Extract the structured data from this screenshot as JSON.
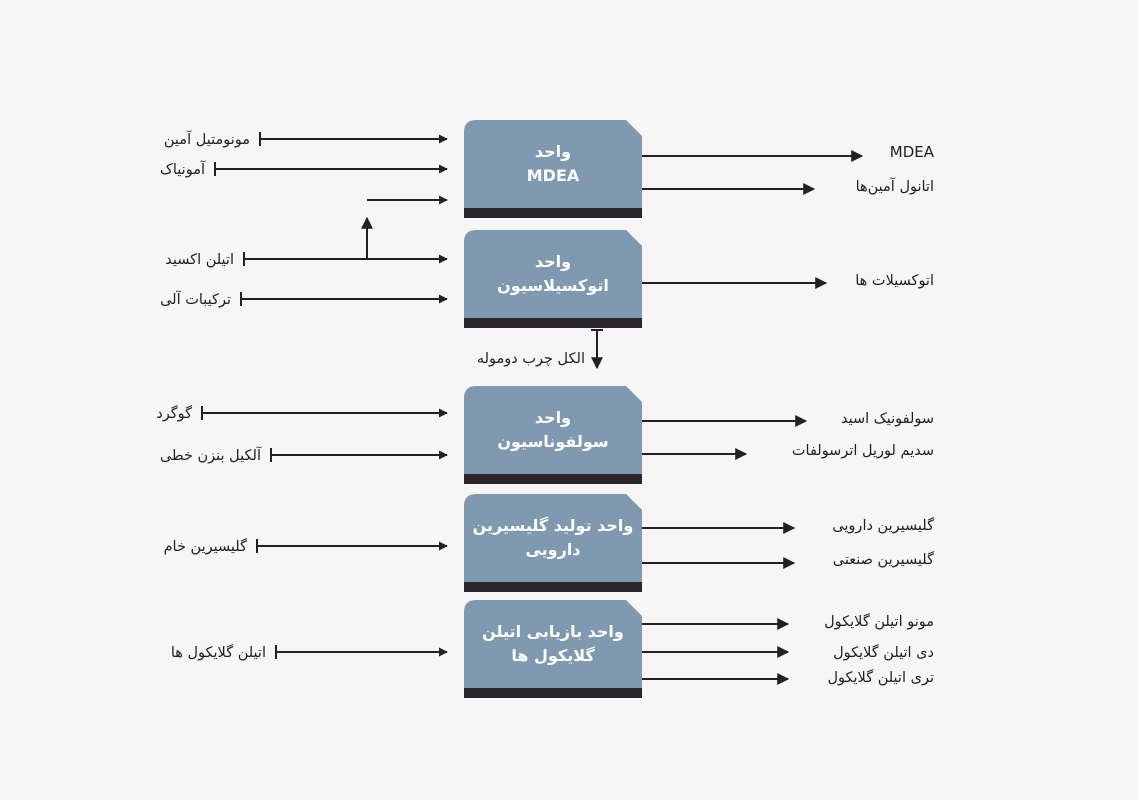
{
  "units": [
    {
      "id": "mdea",
      "title_lines": [
        "واحد",
        "MDEA"
      ],
      "inputs": [
        {
          "label": "مونومتیل آمین"
        },
        {
          "label": "آمونیاک"
        },
        {
          "label": ""
        }
      ],
      "outputs": [
        {
          "label": "MDEA"
        },
        {
          "label": "اتانول آمین‌ها"
        }
      ]
    },
    {
      "id": "ethoxylation",
      "title_lines": [
        "واحد",
        "اتوکسیلاسیون"
      ],
      "inputs": [
        {
          "label": "اتیلن اکسید"
        },
        {
          "label": "ترکیبات آلی"
        }
      ],
      "outputs": [
        {
          "label": "اتوکسیلات ها"
        }
      ]
    },
    {
      "id": "sulfonation",
      "title_lines": [
        "واحد",
        "سولفوناسیون"
      ],
      "inputs": [
        {
          "label": "گوگرد"
        },
        {
          "label": "آلکیل بنزن خطی"
        }
      ],
      "outputs": [
        {
          "label": "سولفونیک اسید"
        },
        {
          "label": "سدیم لوریل اترسولفات"
        }
      ]
    },
    {
      "id": "glycerin",
      "title_lines": [
        "واحد تولید گلیسیرین",
        "دارویی"
      ],
      "inputs": [
        {
          "label": "گلیسیرین خام"
        }
      ],
      "outputs": [
        {
          "label": "گلیسیرین دارویی"
        },
        {
          "label": "گلیسیرین صنعتی"
        }
      ]
    },
    {
      "id": "glycol",
      "title_lines": [
        "واحد بازیابی اتیلن",
        "گلایکول ها"
      ],
      "inputs": [
        {
          "label": "اتیلن گلایکول ها"
        }
      ],
      "outputs": [
        {
          "label": "مونو اتیلن گلایکول"
        },
        {
          "label": "دی اتیلن گلایکول"
        },
        {
          "label": "تری اتیلن گلایکول"
        }
      ]
    }
  ],
  "links": [
    {
      "id": "fatty-alcohol",
      "label": "الکل چرب دومولە"
    }
  ],
  "colors": {
    "unit_body": "#7f9ab0",
    "unit_base": "#2a2629",
    "arrow": "#222222",
    "background": "#f6f6f6"
  }
}
